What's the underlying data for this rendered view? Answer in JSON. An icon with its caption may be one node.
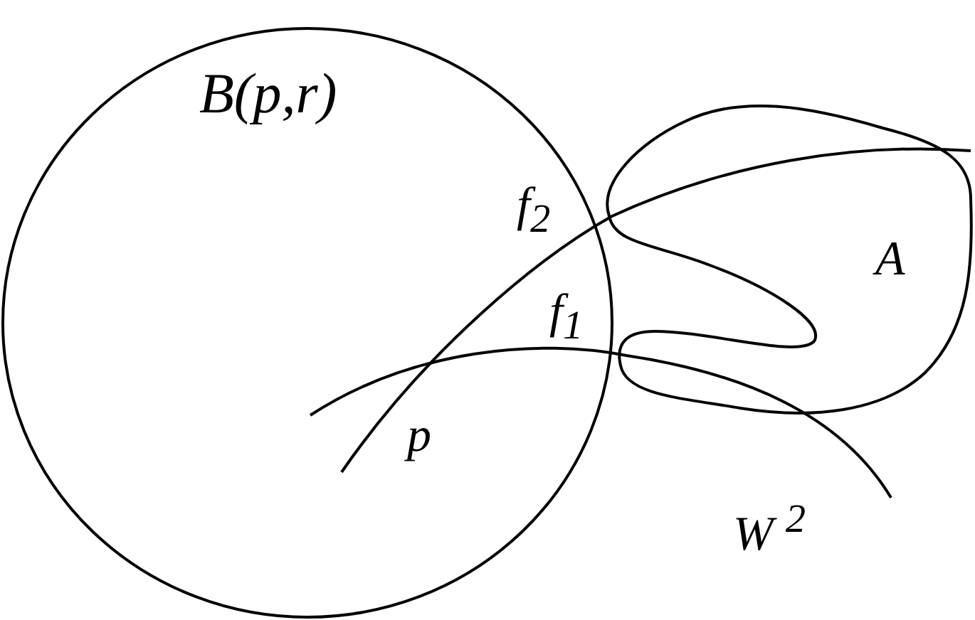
{
  "diagram": {
    "nodes": [
      {
        "text": [
          "B(p,r)"
        ]
      },
      {
        "text": [
          "A"
        ]
      }
    ],
    "labels": [
      "f$_{2}$",
      "f$_{1}$",
      "p",
      "W $^{2}$"
    ]
  }
}
